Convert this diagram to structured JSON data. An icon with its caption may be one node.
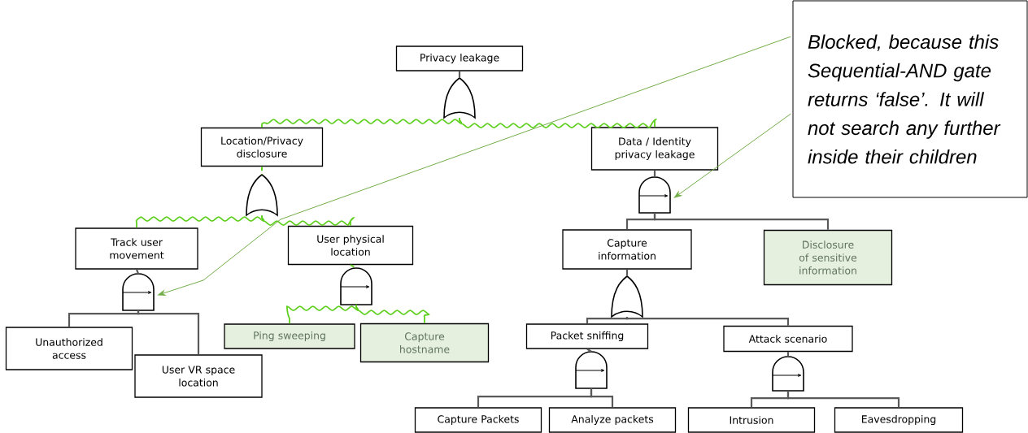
{
  "diagram": {
    "nodes": [
      {
        "text": [
          "Privacy leakage"
        ]
      },
      {
        "text": [
          "Location/Privacy disclosure"
        ]
      },
      {
        "text": [
          "Data / Identity privacy leakage"
        ]
      },
      {
        "text": [
          "Track user movement"
        ]
      },
      {
        "text": [
          "User physical location"
        ]
      },
      {
        "text": [
          "Capture information"
        ]
      },
      {
        "text": [
          "Disclosure of sensitive information"
        ]
      },
      {
        "text": [
          "Unauthorized access"
        ]
      },
      {
        "text": [
          "User VR space location"
        ]
      },
      {
        "text": [
          "Ping sweeping"
        ]
      },
      {
        "text": [
          "Capture hostname"
        ]
      },
      {
        "text": [
          "Packet sniffing"
        ]
      },
      {
        "text": [
          "Attack scenario"
        ]
      },
      {
        "text": [
          "Capture Packets"
        ]
      },
      {
        "text": [
          "Analyze packets"
        ]
      },
      {
        "text": [
          "Intrusion"
        ]
      },
      {
        "text": [
          "Eavesdropping"
        ]
      },
      {
        "text": [
          "Blocked, because this Sequential-AND gate returns ‘false’. It will not search any further inside their children"
        ]
      },
      {
        "text": [],
        "shape": "or-gate"
      },
      {
        "text": [],
        "shape": "or-gate"
      },
      {
        "text": [],
        "shape": "and-gate"
      },
      {
        "text": [],
        "shape": "and-gate"
      },
      {
        "text": [],
        "shape": "and-gate"
      },
      {
        "text": [],
        "shape": "or-gate"
      },
      {
        "text": [],
        "shape": "and-gate"
      },
      {
        "text": [],
        "shape": "and-gate"
      }
    ],
    "edges": [
      {
        "from": 0,
        "to": 18,
        "arrow": "none"
      },
      {
        "from": 18,
        "to": 1,
        "arrow": "none",
        "color": "#5fcf1f"
      },
      {
        "from": 18,
        "to": 2,
        "arrow": "none",
        "color": "#5fcf1f"
      },
      {
        "from": 1,
        "to": 19,
        "arrow": "none",
        "style": "dashed",
        "color": "#5fcf1f"
      },
      {
        "from": 19,
        "to": 3,
        "arrow": "none",
        "color": "#5fcf1f"
      },
      {
        "from": 19,
        "to": 4,
        "arrow": "none",
        "color": "#5fcf1f"
      },
      {
        "from": 2,
        "to": 20,
        "arrow": "none"
      },
      {
        "from": 20,
        "to": 5,
        "arrow": "none"
      },
      {
        "from": 20,
        "to": 6,
        "arrow": "none"
      },
      {
        "from": 3,
        "to": 21,
        "arrow": "none"
      },
      {
        "from": 21,
        "to": 7,
        "arrow": "none"
      },
      {
        "from": 21,
        "to": 8,
        "arrow": "none"
      },
      {
        "from": 4,
        "to": 22,
        "arrow": "none",
        "style": "dashed",
        "color": "#5fcf1f"
      },
      {
        "from": 22,
        "to": 9,
        "arrow": "none",
        "color": "#5fcf1f"
      },
      {
        "from": 22,
        "to": 10,
        "arrow": "none",
        "color": "#5fcf1f"
      },
      {
        "from": 5,
        "to": 23,
        "arrow": "none"
      },
      {
        "from": 23,
        "to": 11,
        "arrow": "none"
      },
      {
        "from": 23,
        "to": 12,
        "arrow": "none"
      },
      {
        "from": 11,
        "to": 24,
        "arrow": "none"
      },
      {
        "from": 24,
        "to": 13,
        "arrow": "none"
      },
      {
        "from": 24,
        "to": 14,
        "arrow": "none"
      },
      {
        "from": 12,
        "to": 25,
        "arrow": "none"
      },
      {
        "from": 25,
        "to": 15,
        "arrow": "none"
      },
      {
        "from": 25,
        "to": 16,
        "arrow": "none"
      },
      {
        "from": 17,
        "to": 21,
        "arrow": "to",
        "color": "#70ad47"
      },
      {
        "from": 17,
        "to": 20,
        "arrow": "to",
        "color": "#70ad47"
      }
    ]
  }
}
